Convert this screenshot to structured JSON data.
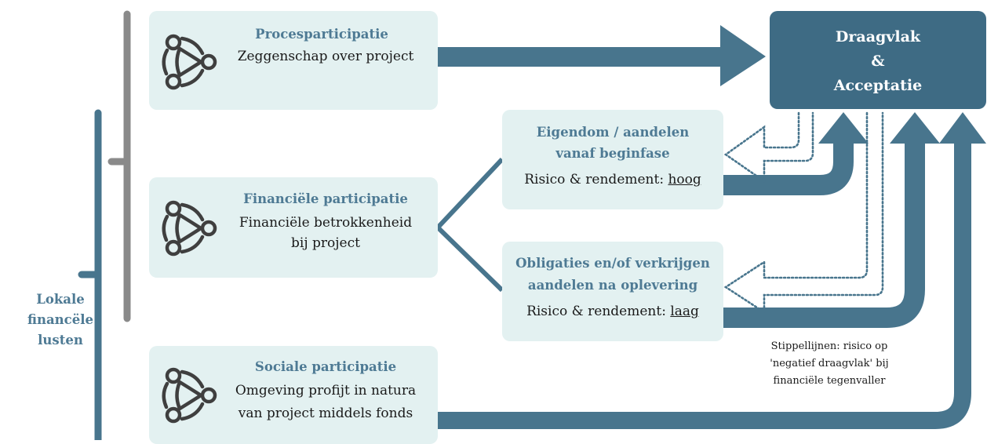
{
  "boxes": {
    "proces": {
      "title": "Procesparticipatie",
      "line1": "Zeggenschap over project"
    },
    "financieel": {
      "title": "Financiële participatie",
      "line1": "Financiële betrokkenheid",
      "line2": "bij project"
    },
    "sociaal": {
      "title": "Sociale participatie",
      "line1": "Omgeving profijt in natura",
      "line2": "van project middels fonds"
    },
    "eigendom": {
      "title1": "Eigendom / aandelen",
      "title2": "vanaf beginfase",
      "risk_prefix": "Risico & rendement: ",
      "risk_value": "hoog"
    },
    "obligaties": {
      "title1": "Obligaties en/of verkrijgen",
      "title2": "aandelen na oplevering",
      "risk_prefix": "Risico & rendement: ",
      "risk_value": "laag"
    }
  },
  "target": {
    "line1": "Draagvlak",
    "line2": "&",
    "line3": "Acceptatie"
  },
  "side_label": {
    "line1": "Lokale",
    "line2": "financële",
    "line3": "lusten"
  },
  "note": {
    "line1": "Stippellijnen: risico op",
    "line2": "'negatief draagvlak' bij",
    "line3": "financiële tegenvaller"
  },
  "icons": {
    "participants": "people-circle-icon"
  },
  "colors": {
    "arrow": "#48758d",
    "box": "#e3f1f1",
    "target": "#3e6b84",
    "title": "#4e7a94",
    "bracket_gray": "#8a8a8a"
  }
}
